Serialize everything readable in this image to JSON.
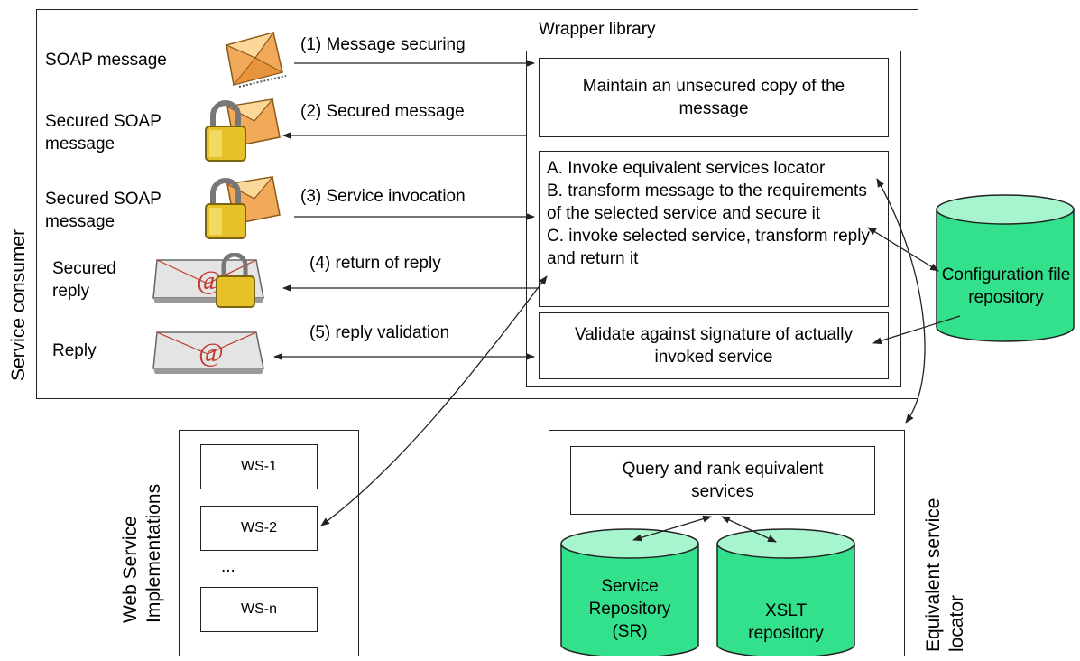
{
  "consumer": {
    "label": "Service consumer",
    "wrapper_title": "Wrapper library",
    "rows": [
      {
        "left_label": "SOAP message",
        "arrow_label": "(1) Message securing",
        "icon": "envelope-icon"
      },
      {
        "left_label": "Secured SOAP message",
        "arrow_label": "(2) Secured message",
        "icon": "locked-envelope-icon"
      },
      {
        "left_label": "Secured SOAP message",
        "arrow_label": "(3) Service invocation",
        "icon": "locked-envelope-icon"
      },
      {
        "left_label": "Secured reply",
        "arrow_label": "(4) return of reply",
        "icon": "locked-email-icon"
      },
      {
        "left_label": "Reply",
        "arrow_label": "(5) reply validation",
        "icon": "email-icon"
      }
    ],
    "boxes": {
      "unsecured_copy": "Maintain an unsecured copy of the message",
      "steps": [
        "A. Invoke equivalent services locator",
        "B. transform message to the requirements of the selected service and secure it",
        "C. invoke selected service, transform reply and return it"
      ],
      "validate": "Validate against signature of actually invoked service"
    }
  },
  "config_repo": "Configuration file repository",
  "web_services": {
    "label": "Web Service Implementations",
    "items": [
      "WS-1",
      "WS-2",
      "WS-n"
    ],
    "ellipsis": "..."
  },
  "locator": {
    "label": "Equivalent service locator",
    "query_box": "Query and rank equivalent services",
    "service_repo": "Service Repository (SR)",
    "xslt_repo": "XSLT repository"
  },
  "colors": {
    "cylinder": "#33e08c",
    "cylinder_top": "#a6f5cf",
    "line": "#222222"
  }
}
